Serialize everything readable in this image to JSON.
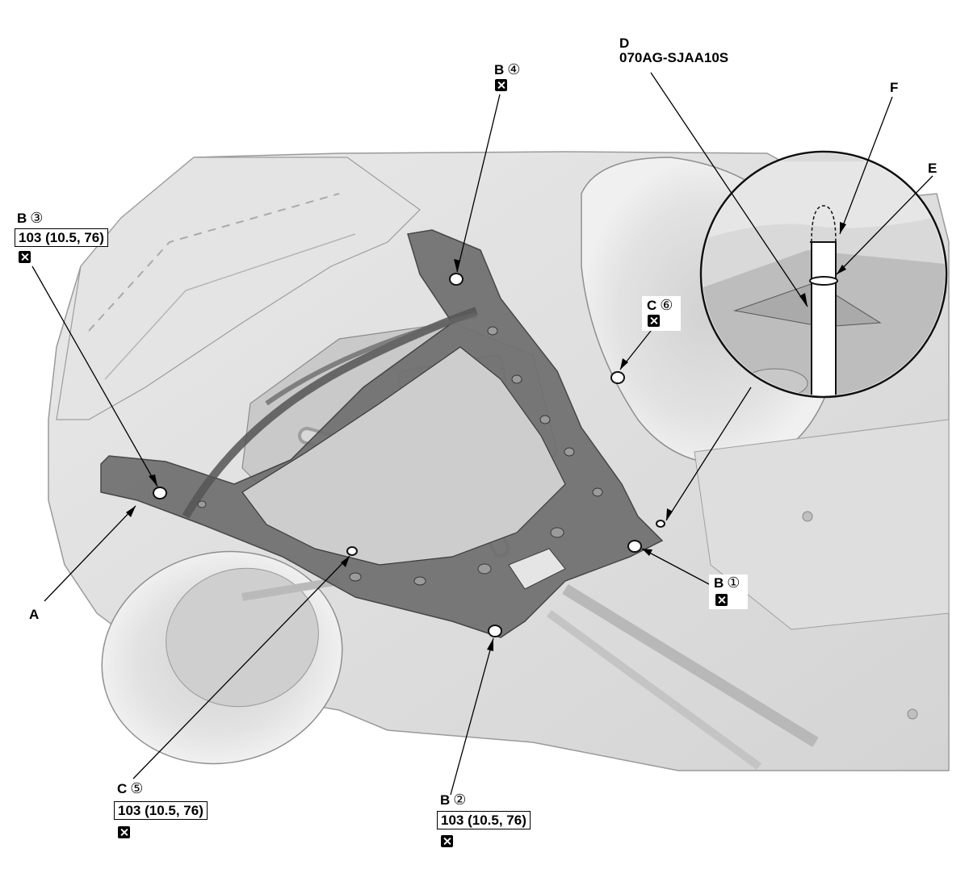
{
  "callouts": {
    "a": "A",
    "d": {
      "letter": "D",
      "tool_number": "070AG-SJAA10S"
    },
    "e": "E",
    "f": "F",
    "b1": {
      "letter": "B",
      "number": "①"
    },
    "b2": {
      "letter": "B",
      "number": "②",
      "torque": "103 (10.5, 76)"
    },
    "b3": {
      "letter": "B",
      "number": "③",
      "torque": "103 (10.5, 76)"
    },
    "b4": {
      "letter": "B",
      "number": "④"
    },
    "c5": {
      "letter": "C",
      "number": "⑤",
      "torque": "103 (10.5, 76)"
    },
    "c6": {
      "letter": "C",
      "number": "⑥"
    }
  },
  "icons": {
    "replace": "replace-part-icon"
  }
}
